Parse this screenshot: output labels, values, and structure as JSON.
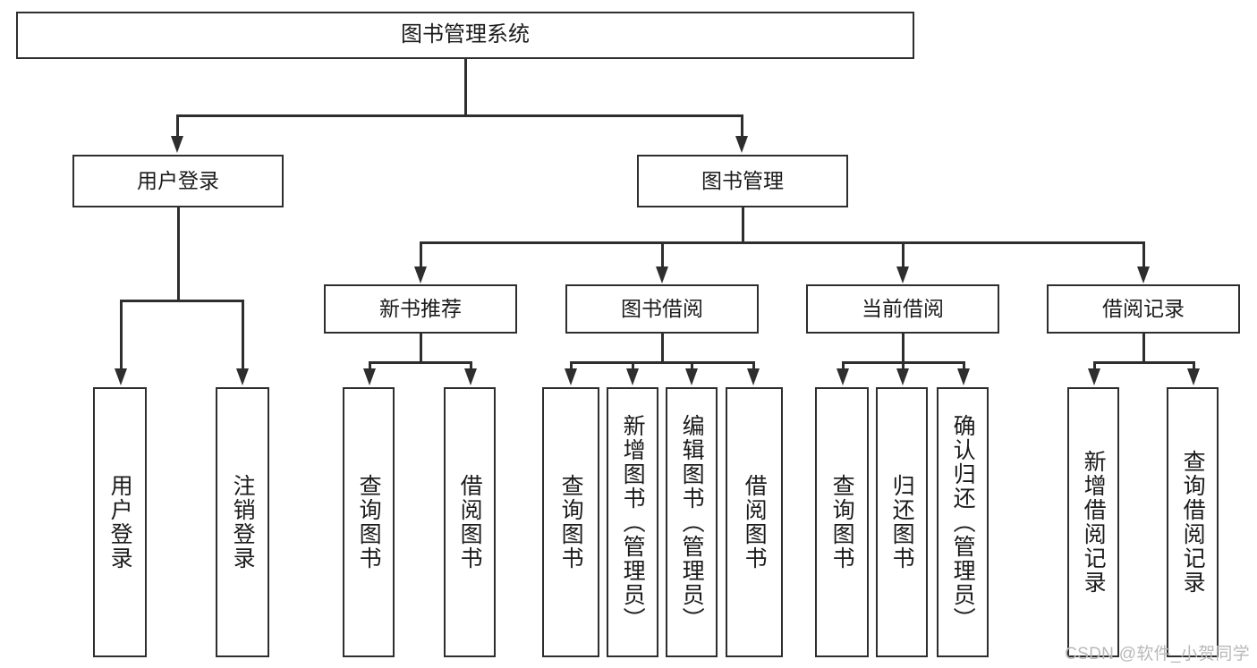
{
  "diagram": {
    "title": "图书管理系统",
    "type": "hierarchy-tree",
    "colors": {
      "stroke": "#2e2e2e",
      "background": "#ffffff",
      "text": "#1b1b1b",
      "watermark": "#b9b9b9"
    },
    "root": {
      "label": "图书管理系统"
    },
    "level2": [
      {
        "label": "用户登录"
      },
      {
        "label": "图书管理"
      }
    ],
    "level3": [
      {
        "label": "新书推荐"
      },
      {
        "label": "图书借阅"
      },
      {
        "label": "当前借阅"
      },
      {
        "label": "借阅记录"
      }
    ],
    "leaves": {
      "user_login": [
        {
          "label": "用户登录"
        },
        {
          "label": "注销登录"
        }
      ],
      "new_book_recommend": [
        {
          "label": "查询图书"
        },
        {
          "label": "借阅图书"
        }
      ],
      "book_borrow": [
        {
          "label": "查询图书"
        },
        {
          "label": "新增图书（管理员）"
        },
        {
          "label": "编辑图书（管理员）"
        },
        {
          "label": "借阅图书"
        }
      ],
      "current_borrow": [
        {
          "label": "查询图书"
        },
        {
          "label": "归还图书"
        },
        {
          "label": "确认归还（管理员）"
        }
      ],
      "borrow_record": [
        {
          "label": "新增借阅记录"
        },
        {
          "label": "查询借阅记录"
        }
      ]
    }
  },
  "watermark": {
    "text": "CSDN @软件_小贺同学"
  }
}
